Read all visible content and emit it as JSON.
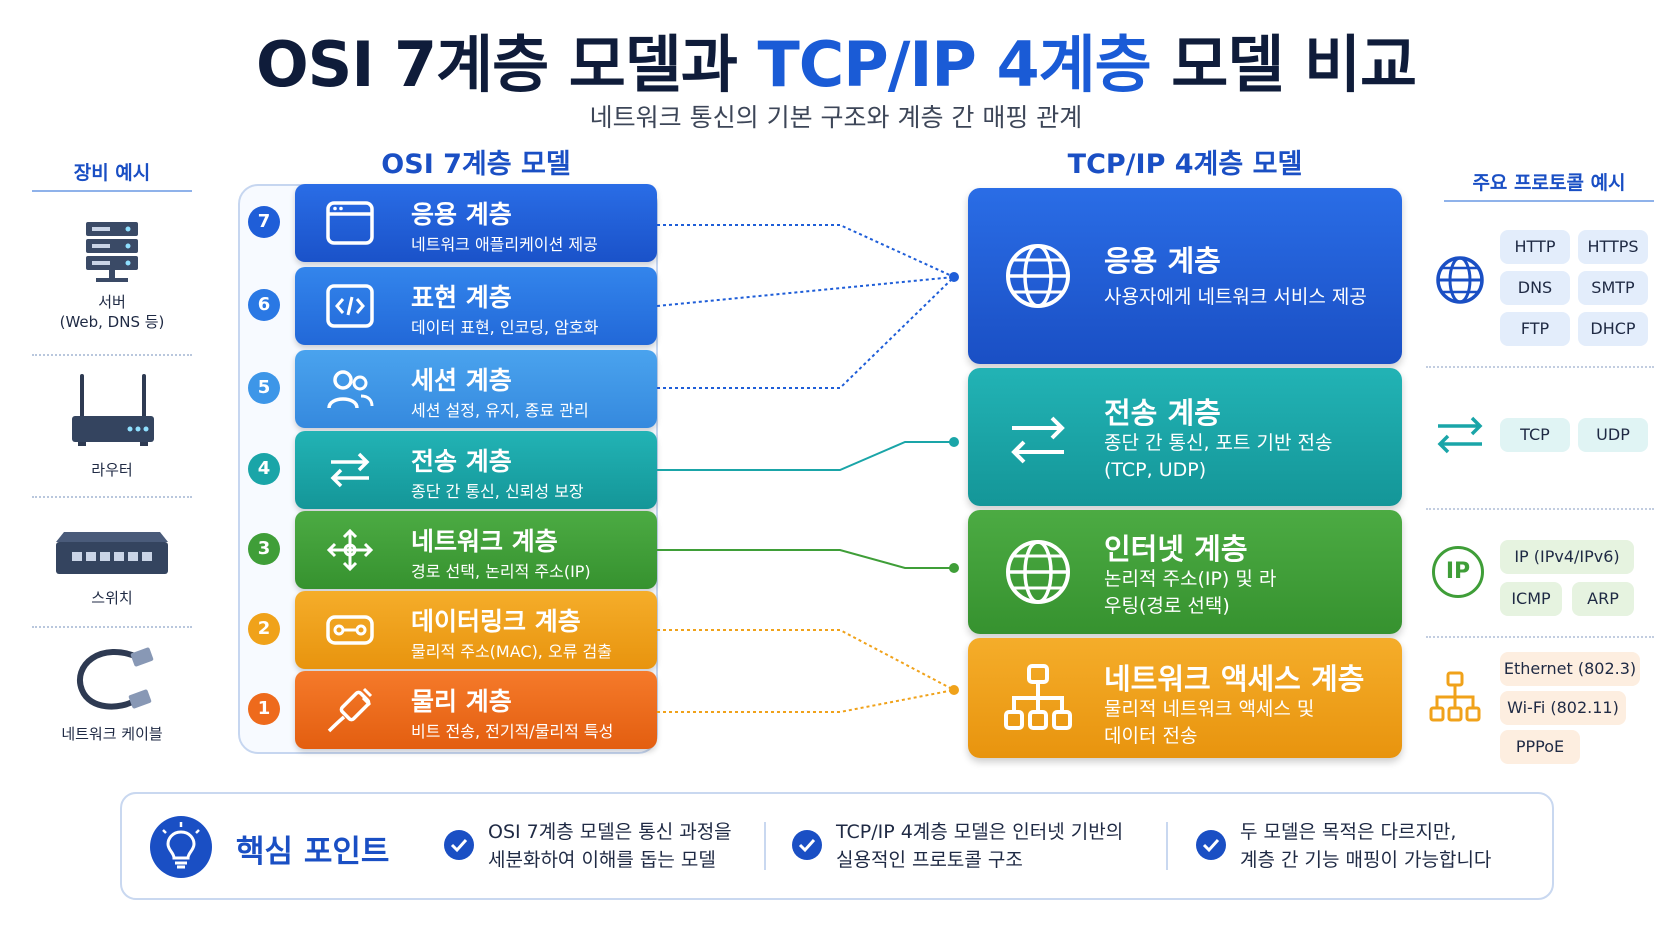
{
  "title": {
    "part1": "OSI 7계층 모델과 ",
    "part2": "TCP/IP 4계층",
    "part3": " 모델 비교"
  },
  "subtitle": "네트워크 통신의 기본 구조와 계층 간 매핑 관계",
  "osi_heading": "OSI 7계층 모델",
  "tcp_heading": "TCP/IP 4계층 모델",
  "devices": {
    "heading": "장비 예시",
    "items": [
      {
        "label": "서버",
        "label2": "(Web, DNS 등)",
        "icon": "server-icon"
      },
      {
        "label": "라우터",
        "icon": "router-icon"
      },
      {
        "label": "스위치",
        "icon": "switch-icon"
      },
      {
        "label": "네트워크 케이블",
        "icon": "cable-icon"
      }
    ]
  },
  "osi_layers": [
    {
      "num": "7",
      "name": "응용 계층",
      "desc": "네트워크 애플리케이션 제공",
      "color": "#1f5ed8",
      "icon": "window-icon"
    },
    {
      "num": "6",
      "name": "표현 계층",
      "desc": "데이터 표현, 인코딩, 암호화",
      "color": "#2a78e4",
      "icon": "code-icon"
    },
    {
      "num": "5",
      "name": "세션 계층",
      "desc": "세션 설정, 유지, 종료 관리",
      "color": "#3d96e8",
      "icon": "users-icon"
    },
    {
      "num": "4",
      "name": "전송 계층",
      "desc": "종단 간 통신, 신뢰성 보장",
      "color": "#1aa5a8",
      "icon": "transfer-icon"
    },
    {
      "num": "3",
      "name": "네트워크 계층",
      "desc": "경로 선택, 논리적 주소(IP)",
      "color": "#3f9e38",
      "icon": "move-icon"
    },
    {
      "num": "2",
      "name": "데이터링크 계층",
      "desc": "물리적 주소(MAC), 오류 검출",
      "color": "#f0a21a",
      "icon": "link-icon"
    },
    {
      "num": "1",
      "name": "물리 계층",
      "desc": "비트 전송, 전기적/물리적 특성",
      "color": "#ee6a1c",
      "icon": "plug-icon"
    }
  ],
  "tcp_layers": [
    {
      "name": "응용 계층",
      "desc": "사용자에게 네트워크 서비스 제공",
      "color": "#1f5ed8",
      "icon": "globe-icon"
    },
    {
      "name": "전송 계층",
      "desc": "종단 간 통신, 포트 기반 전송 (TCP, UDP)",
      "color": "#1aa5a8",
      "icon": "transfer-icon"
    },
    {
      "name": "인터넷 계층",
      "desc": "논리적 주소(IP) 및 라우팅(경로 선택)",
      "color": "#3f9e38",
      "icon": "globe-icon"
    },
    {
      "name": "네트워크 액세스 계층",
      "desc": "물리적 네트워크 액세스 및 데이터 전송",
      "color": "#f0a21a",
      "icon": "hierarchy-icon"
    }
  ],
  "protocols": {
    "heading": "주요 프로토콜 예시",
    "groups": [
      {
        "icon": "globe-icon",
        "items": [
          "HTTP",
          "HTTPS",
          "DNS",
          "SMTP",
          "FTP",
          "DHCP"
        ]
      },
      {
        "icon": "transfer-icon",
        "items": [
          "TCP",
          "UDP"
        ]
      },
      {
        "icon": "ip-icon",
        "icon_text": "IP",
        "items": [
          "IP (IPv4/IPv6)",
          "ICMP",
          "ARP"
        ]
      },
      {
        "icon": "hierarchy-icon",
        "items": [
          "Ethernet (802.3)",
          "Wi-Fi (802.11)",
          "PPPoE"
        ]
      }
    ]
  },
  "key_points": {
    "title": "핵심 포인트",
    "items": [
      {
        "line1": "OSI 7계층 모델은 통신 과정을",
        "line2": "세분화하여 이해를 돕는 모델"
      },
      {
        "line1": "TCP/IP 4계층 모델은 인터넷 기반의",
        "line2": "실용적인 프로토콜 구조"
      },
      {
        "line1": "두 모델은 목적은 다르지만,",
        "line2": "계층 간 기능 매핑이 가능합니다"
      }
    ]
  },
  "colors": {
    "blue": "#1f5ed8",
    "teal": "#1aa5a8",
    "green": "#3f9e38",
    "orange": "#f0a21a",
    "red_orange": "#ee6a1c",
    "heading": "#1a4fc4"
  }
}
